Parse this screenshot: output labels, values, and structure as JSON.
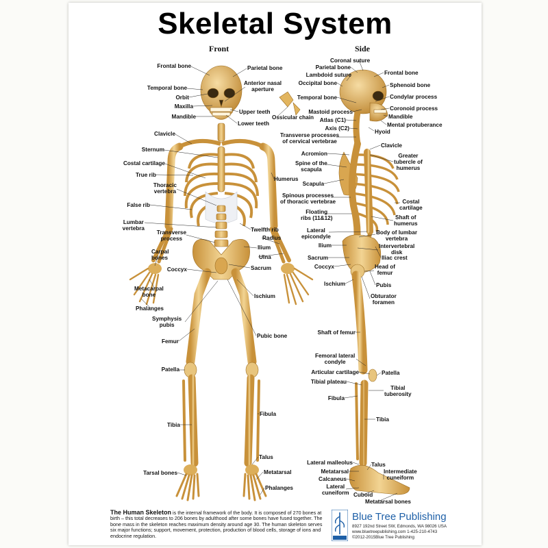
{
  "title": "Skeletal System",
  "views": {
    "front": "Front",
    "side": "Side"
  },
  "labels": {
    "front_left": [
      "Frontal bone",
      "Temporal bone",
      "Orbit",
      "Maxilla",
      "Mandible",
      "Clavicle",
      "Sternum",
      "Costal cartilage",
      "True rib",
      "Thoracic\nvertebra",
      "False rib",
      "Lumbar\nvertebra",
      "Transverse\nprocess",
      "Carpal\nbones",
      "Coccyx",
      "Metacarpal\nbone",
      "Phalanges",
      "Symphysis\npubis",
      "Femur",
      "Patella",
      "Tibia",
      "Tarsal bones"
    ],
    "front_right": [
      "Parietal bone",
      "Anterior nasal\naperture",
      "Upper teeth",
      "Lower teeth",
      "Ossicular chain",
      "Humerus",
      "Twelfth rib",
      "Radius",
      "Ilium",
      "Ulna",
      "Sacrum",
      "Ischium",
      "Pubic bone",
      "Fibula",
      "Talus",
      "Metatarsal",
      "Phalanges"
    ],
    "side_left": [
      "Coronal suture",
      "Parietal bone",
      "Lambdoid suture",
      "Occipital bone",
      "Temporal bone",
      "Mastoid process",
      "Atlas (C1)",
      "Axis (C2)",
      "Transverse processes\nof cervical vertebrae",
      "Acromion",
      "Spine of the\nscapula",
      "Scapula",
      "Spinous processes\nof thoracic vertebrae",
      "Floating\nribs (11&12)",
      "Lateral\nepicondyle",
      "Ilium",
      "Sacrum",
      "Coccyx",
      "Ischium",
      "Shaft of femur",
      "Femoral lateral\ncondyle",
      "Articular cartilage",
      "Tibial plateau",
      "Fibula",
      "Lateral malleolus",
      "Metatarsal",
      "Calcaneus",
      "Lateral\ncuneiform",
      "Cuboid",
      "Metatarsal bones"
    ],
    "side_right": [
      "Frontal bone",
      "Sphenoid bone",
      "Condylar process",
      "Coronoid process",
      "Mandible",
      "Mental protuberance",
      "Hyoid",
      "Clavicle",
      "Greater\ntubercle of\nhumerus",
      "Costal\ncartilage",
      "Shaft of\nhumerus",
      "Body of lumbar\nvertebra",
      "Intervertebral\ndisk",
      "Iliac crest",
      "Head of\nfemur",
      "Pubis",
      "Obturator\nforamen",
      "Patella",
      "Tibial\ntuberosity",
      "Tibia",
      "Talus",
      "Intermediate\ncuneiform"
    ]
  },
  "intro": {
    "heading": "The Human Skeleton",
    "text": " is the internal framework of the body. It is composed of 270 bones at birth – this total decreases to 206 bones by adulthood after some bones have fused together. The bone mass in the skeleton reaches maximum density around age 30. The human skeleton serves six major functions; support, movement, protection, production of blood cells, storage of ions and endocrine regulation."
  },
  "publisher": {
    "name": "Blue Tree Publishing",
    "address": "8927 192nd Street SW, Edmonds, WA 98026 USA",
    "contact": "www.bluetreepublishing.com    1-425-210-4743",
    "copyright": "©2012-2015Blue Tree Publishing",
    "logo_text": "Blue Tree Publishing"
  },
  "colors": {
    "bone": "#e2b55f",
    "bone_light": "#f1d59a",
    "bone_dark": "#b07f2b",
    "publisher_blue": "#1d5fa7"
  }
}
